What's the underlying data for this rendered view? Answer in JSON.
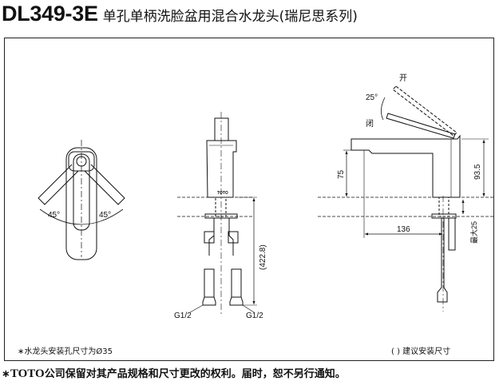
{
  "title": {
    "model": "DL349-3E",
    "name": "单孔单柄洗脸盆用混合水龙头(瑞尼思系列)"
  },
  "left_view": {
    "angle_left": "45°",
    "angle_right": "45°"
  },
  "front_view": {
    "dim_height": "(422.8)",
    "thread_left": "G1/2",
    "thread_right": "G1/2",
    "logo": "TOTO"
  },
  "side_view": {
    "label_open": "开",
    "label_closed": "闭",
    "angle": "25°",
    "dim_spout_height": "75",
    "dim_total_height": "93.5",
    "dim_reach": "136",
    "dim_max_deck": "最大25"
  },
  "notes": {
    "hole_size": "∗水龙头安装孔尺寸为Ø35",
    "recommended": "( ) 建议安装尺寸"
  },
  "footer": {
    "prefix": "∗",
    "brand": "TOTO",
    "text": "公司保留对其产品规格和尺寸更改的权利。届时，恕不另行通知。"
  }
}
